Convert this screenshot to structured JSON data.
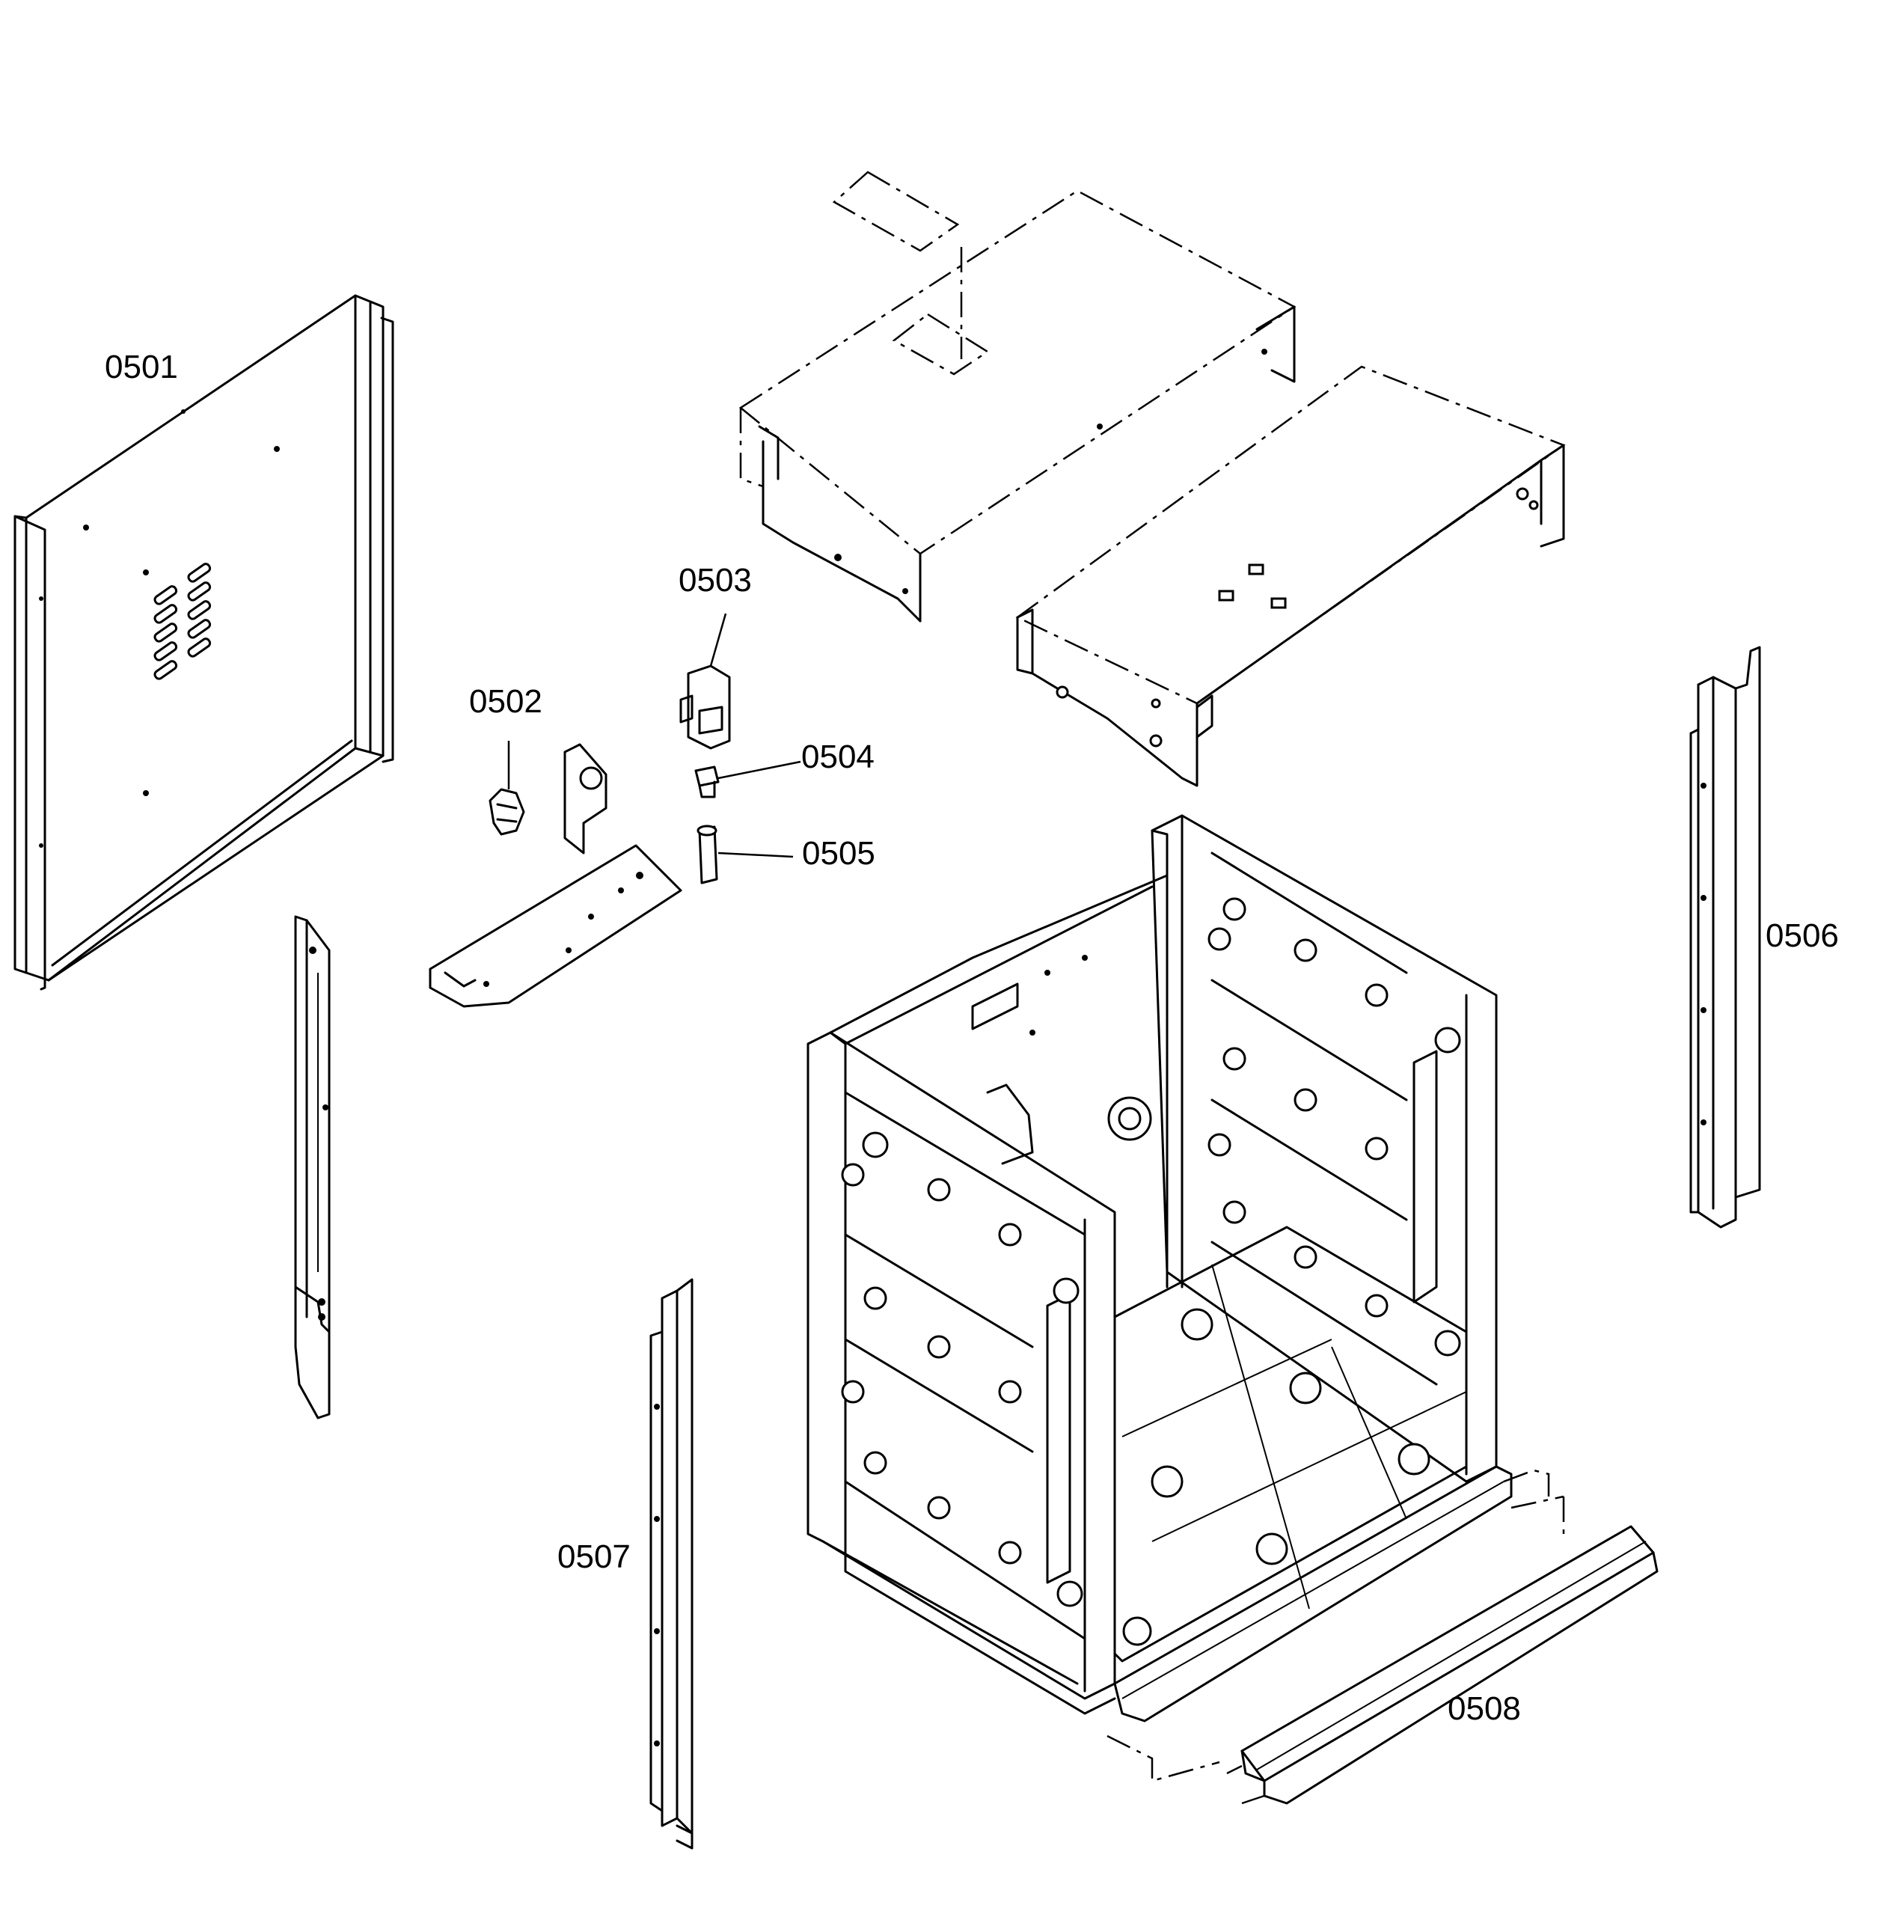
{
  "diagram": {
    "labels": {
      "p0501": "0501",
      "p0502": "0502",
      "p0503": "0503",
      "p0504": "0504",
      "p0505": "0505",
      "p0506": "0506",
      "p0507": "0507",
      "p0508": "0508"
    }
  }
}
